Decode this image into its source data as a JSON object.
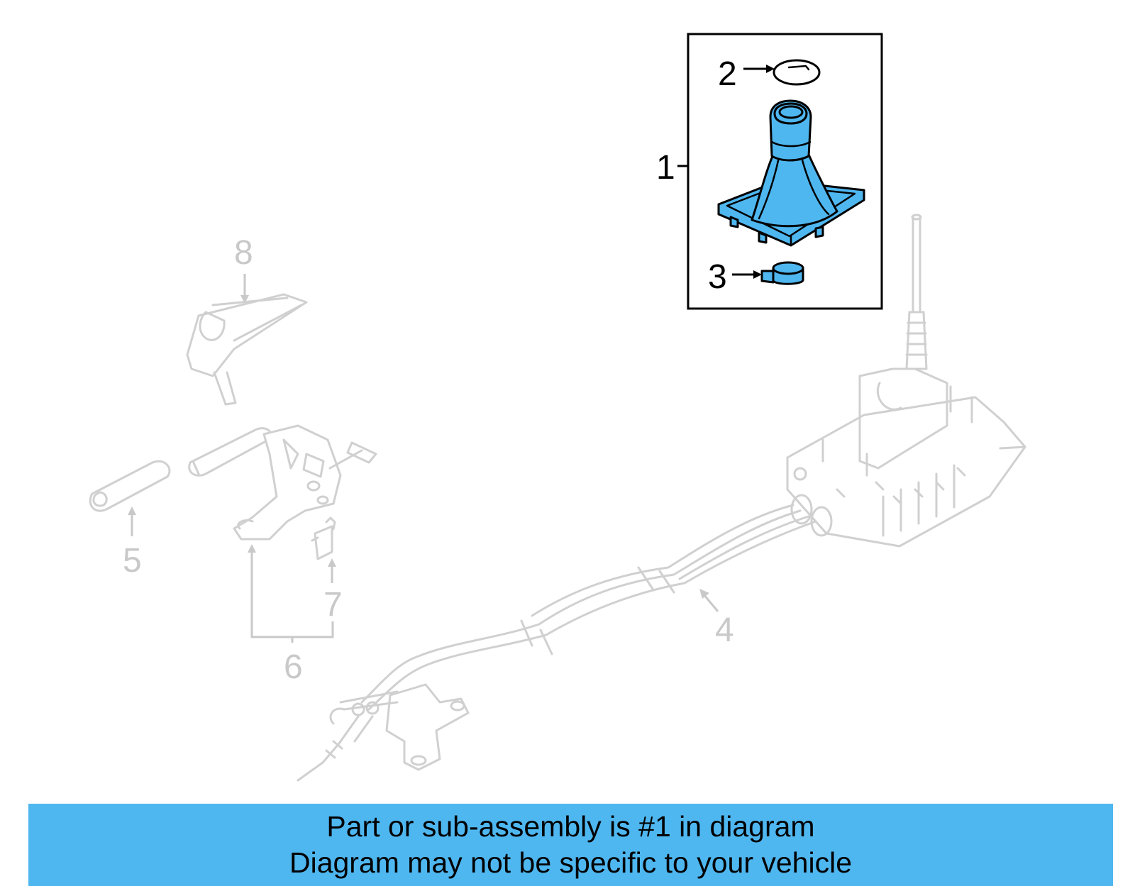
{
  "callouts": {
    "c1": "1",
    "c2": "2",
    "c3": "3",
    "c4": "4",
    "c5": "5",
    "c6": "6",
    "c7": "7",
    "c8": "8"
  },
  "highlight_color": "#4fb7f0",
  "ghost_color": "#d0d0d0",
  "banner": {
    "line1": "Part or sub-assembly is #1 in diagram",
    "line2": "Diagram may not be specific to your vehicle"
  }
}
